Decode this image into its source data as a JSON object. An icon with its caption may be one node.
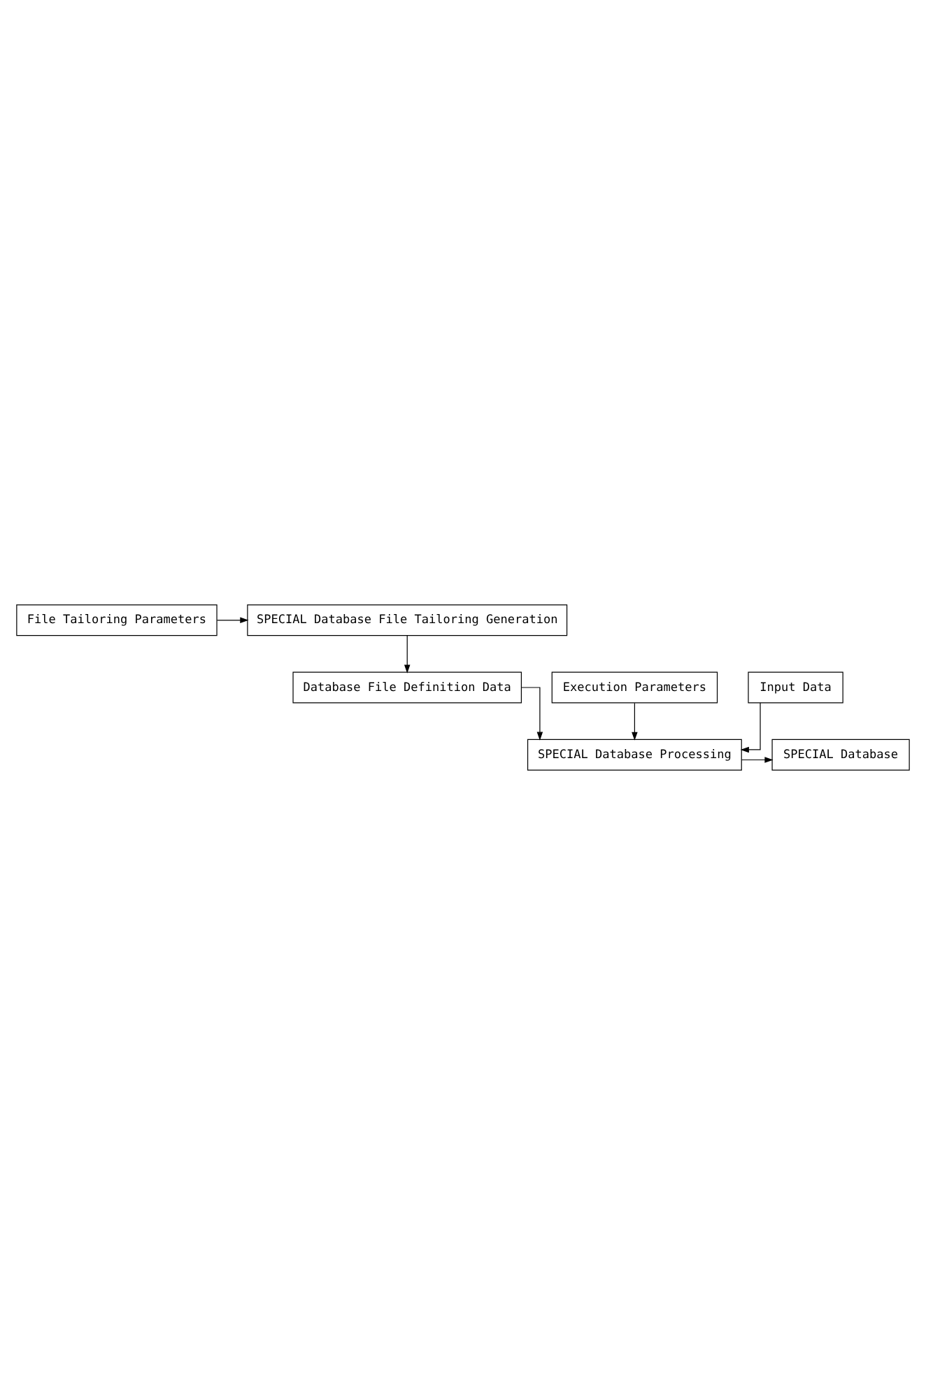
{
  "diagram": {
    "nodes": [
      {
        "text": [
          "File Tailoring Parameters"
        ]
      },
      {
        "text": [
          "SPECIAL Database File Tailoring Generation"
        ]
      },
      {
        "text": [
          "Database File Definition Data"
        ]
      },
      {
        "text": [
          "Execution Parameters"
        ]
      },
      {
        "text": [
          "SPECIAL Database Processing"
        ]
      },
      {
        "text": [
          "Input Data"
        ]
      },
      {
        "text": [
          "SPECIAL Database"
        ]
      }
    ],
    "edges": [
      {
        "from": 0,
        "to": 1,
        "arrow": "to"
      },
      {
        "from": 1,
        "to": 2,
        "arrow": "to"
      },
      {
        "from": 2,
        "to": 4,
        "arrow": "to"
      },
      {
        "from": 3,
        "to": 4,
        "arrow": "to"
      },
      {
        "from": 5,
        "to": 4,
        "arrow": "to"
      },
      {
        "from": 4,
        "to": 6,
        "arrow": "to"
      }
    ]
  }
}
